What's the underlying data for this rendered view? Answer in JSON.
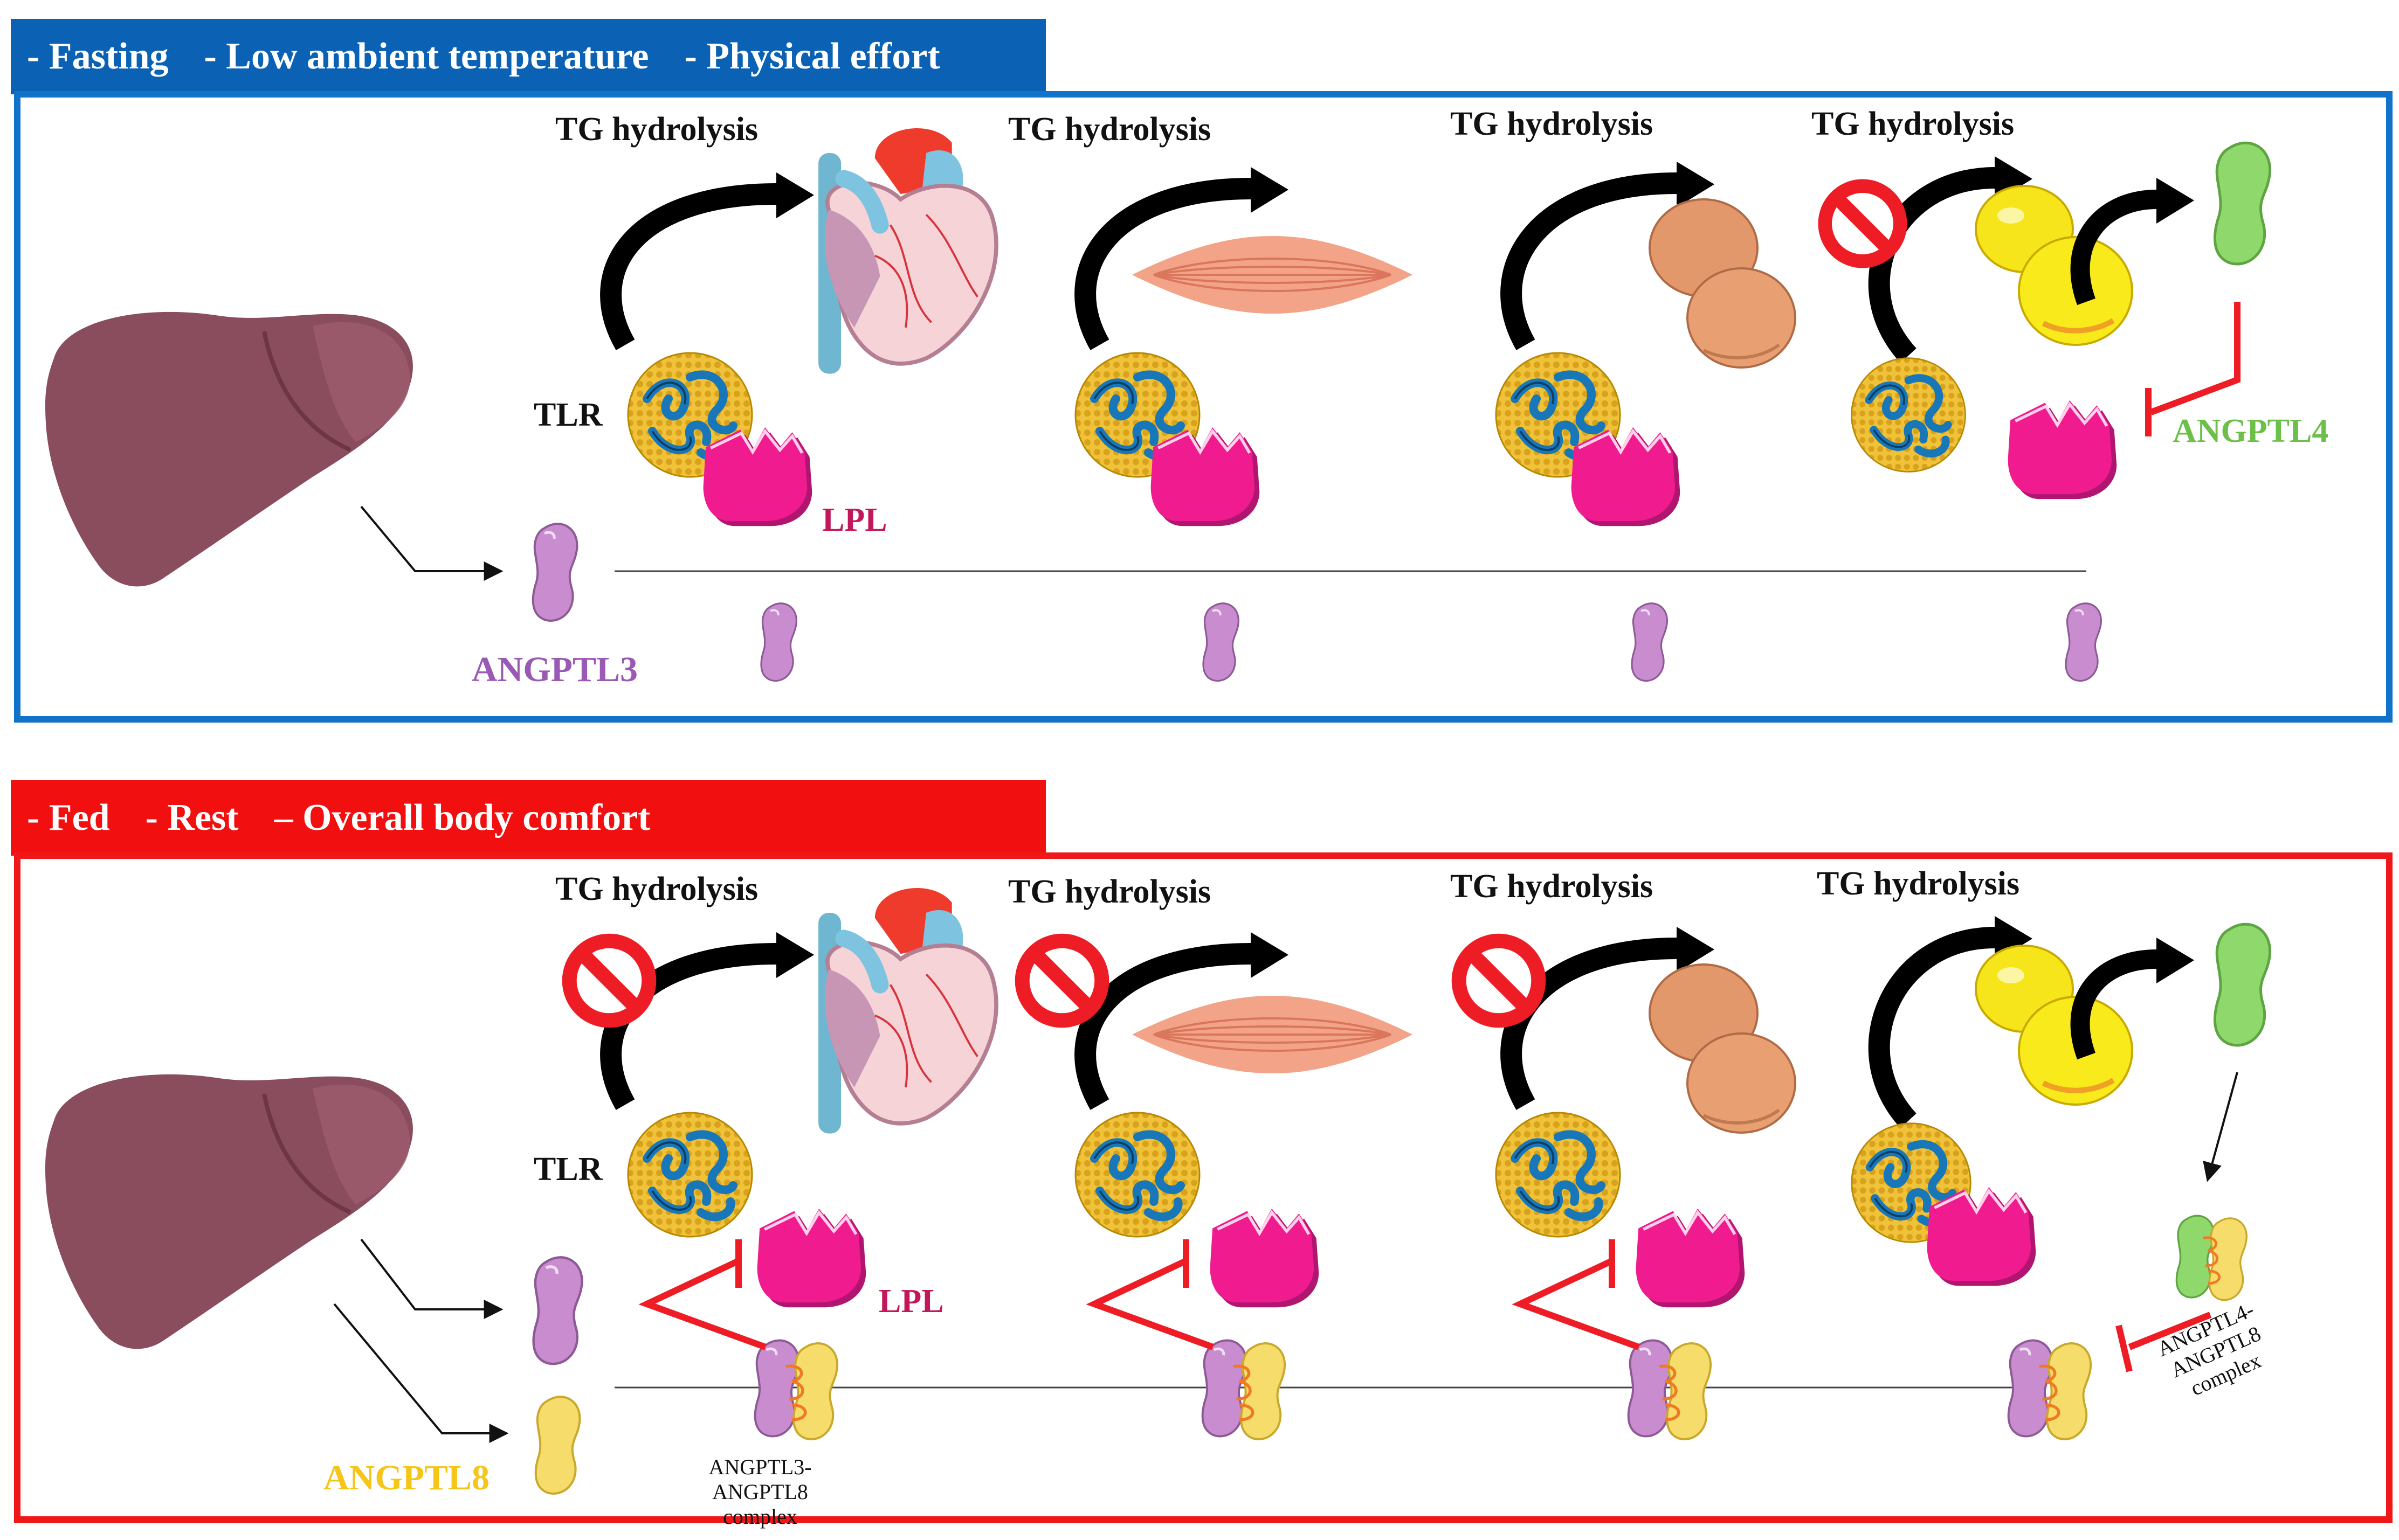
{
  "colors": {
    "top_header": "#0b62b5",
    "top_border": "#1172c9",
    "bottom_header": "#f20f0f",
    "bottom_border": "#ef1717",
    "liver": "#8a4d5e",
    "angptl3": "#c98ccf",
    "angptl8": "#f6dc6a",
    "angptl4": "#8fd96c",
    "lpl": "#ef1b8f",
    "muscle": "#f3a387",
    "adipocyte_brown": "#e3986c",
    "adipocyte_white": "#f7e51b",
    "inhibition": "#ee1c24"
  },
  "top_panel": {
    "conditions": [
      "- Fasting",
      "- Low ambient temperature",
      "- Physical effort"
    ],
    "tg_labels": [
      "TG hydrolysis",
      "TG hydrolysis",
      "TG hydrolysis",
      "TG hydrolysis"
    ],
    "tlr_label": "TLR",
    "lpl_label": "LPL",
    "angptl3_label": "ANGPTL3",
    "angptl4_label": "ANGPTL4"
  },
  "bottom_panel": {
    "conditions": [
      "- Fed",
      "- Rest",
      "– Overall body comfort"
    ],
    "tg_labels": [
      "TG hydrolysis",
      "TG hydrolysis",
      "TG hydrolysis",
      "TG hydrolysis"
    ],
    "tlr_label": "TLR",
    "lpl_label": "LPL",
    "angptl8_label": "ANGPTL8",
    "complex38_label": [
      "ANGPTL3-ANGPTL8",
      "complex"
    ],
    "complex48_label": [
      "ANGPTL4-ANGPTL8",
      "complex"
    ]
  },
  "icons": [
    "liver-icon",
    "heart-icon",
    "muscle-icon",
    "brown-adipocyte-icon",
    "white-adipocyte-icon",
    "lipoprotein-icon",
    "lpl-enzyme-icon",
    "angptl3-protein-icon",
    "angptl8-protein-icon",
    "angptl4-protein-icon",
    "prohibition-icon",
    "inhibition-arrow-icon",
    "curved-arrow-icon"
  ]
}
